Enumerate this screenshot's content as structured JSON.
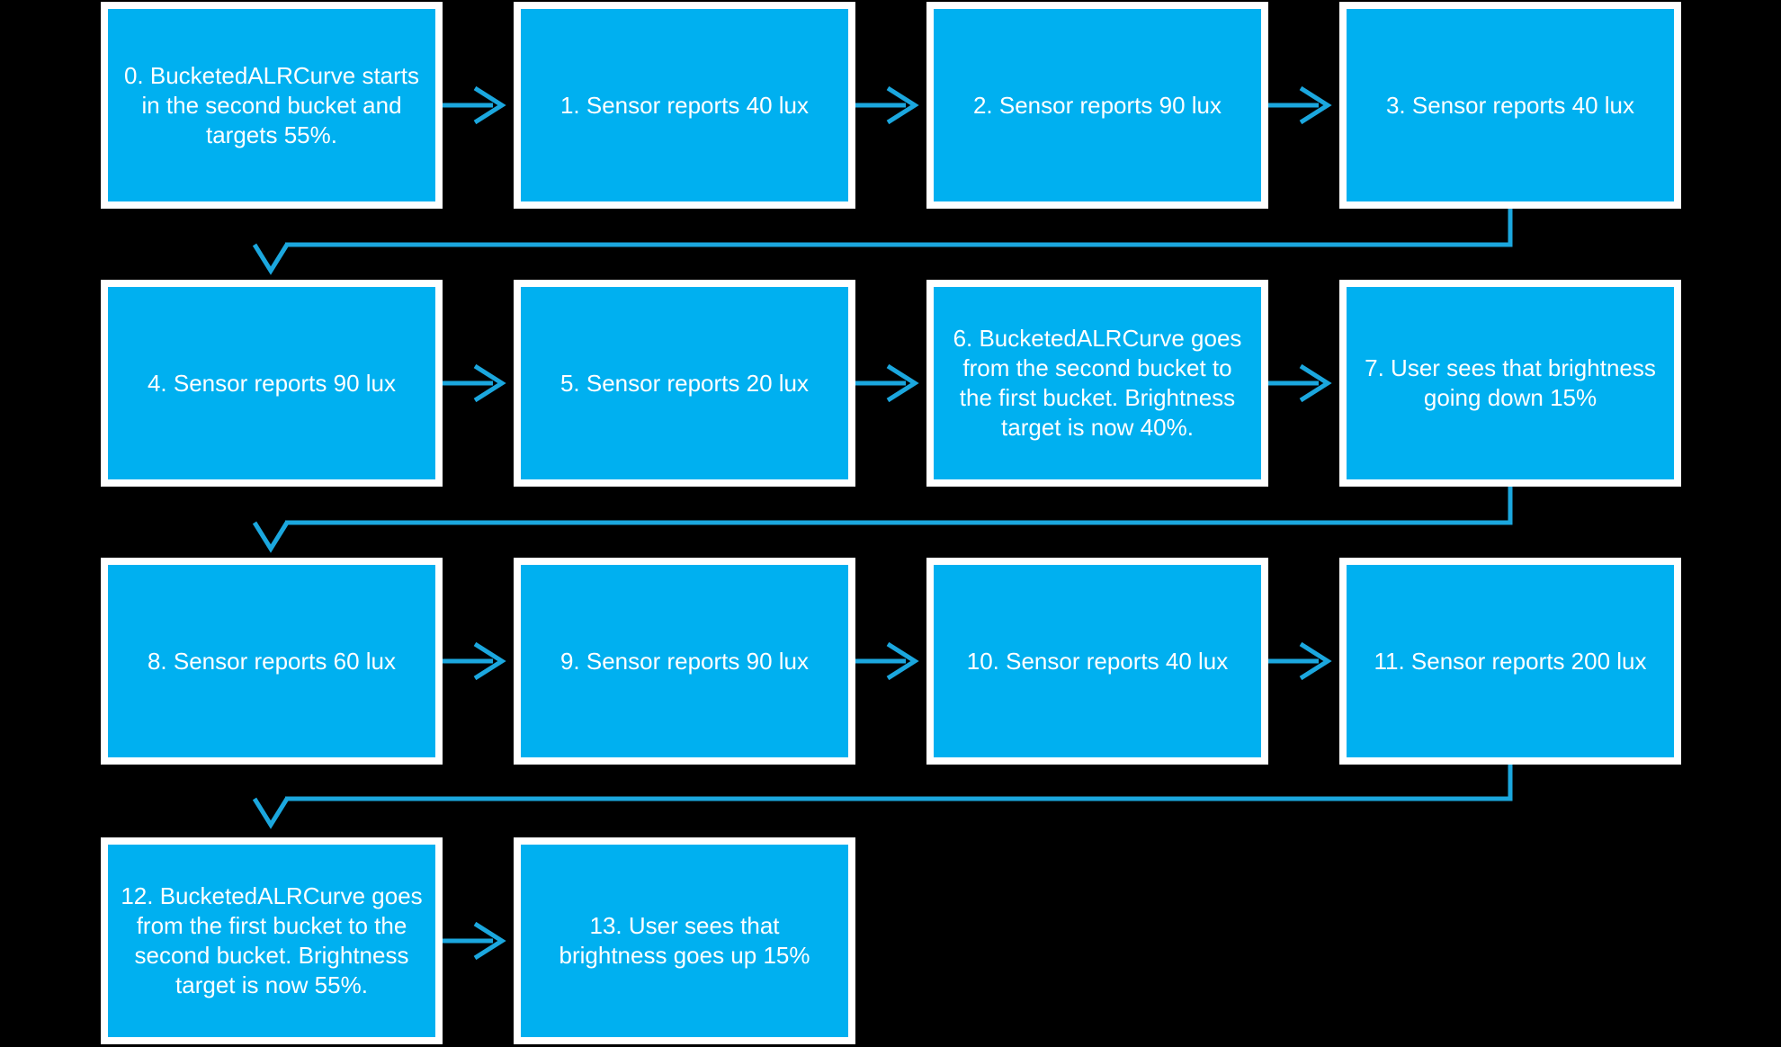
{
  "style": {
    "background": "#000000",
    "box_fill": "#00B0F0",
    "box_border": "#FFFFFF",
    "text_color": "#FFFFFF",
    "connector_color": "#1BA7DE"
  },
  "flowchart": {
    "nodes": [
      {
        "label": "0. BucketedALRCurve starts\nin the second bucket and\ntargets 55%."
      },
      {
        "label": "1. Sensor reports 40 lux"
      },
      {
        "label": "2. Sensor reports 90 lux"
      },
      {
        "label": "3. Sensor reports 40 lux"
      },
      {
        "label": "4. Sensor reports 90 lux"
      },
      {
        "label": "5. Sensor reports 20 lux"
      },
      {
        "label": "6. BucketedALRCurve goes\nfrom the second bucket to\nthe first bucket. Brightness\ntarget is now 40%."
      },
      {
        "label": "7. User sees that brightness\ngoing down 15%"
      },
      {
        "label": "8. Sensor reports 60 lux"
      },
      {
        "label": "9. Sensor reports 90 lux"
      },
      {
        "label": "10. Sensor reports 40 lux"
      },
      {
        "label": "11. Sensor reports 200 lux"
      },
      {
        "label": "12. BucketedALRCurve goes\nfrom the first bucket to the\nsecond bucket. Brightness\ntarget is now 55%."
      },
      {
        "label": "13. User sees that\nbrightness goes up 15%"
      }
    ],
    "connections": [
      {
        "from": 0,
        "to": 1,
        "type": "arrow-right"
      },
      {
        "from": 1,
        "to": 2,
        "type": "arrow-right"
      },
      {
        "from": 2,
        "to": 3,
        "type": "arrow-right"
      },
      {
        "from": 3,
        "to": 4,
        "type": "wrap-down"
      },
      {
        "from": 4,
        "to": 5,
        "type": "arrow-right"
      },
      {
        "from": 5,
        "to": 6,
        "type": "arrow-right"
      },
      {
        "from": 6,
        "to": 7,
        "type": "arrow-right"
      },
      {
        "from": 7,
        "to": 8,
        "type": "wrap-down"
      },
      {
        "from": 8,
        "to": 9,
        "type": "arrow-right"
      },
      {
        "from": 9,
        "to": 10,
        "type": "arrow-right"
      },
      {
        "from": 10,
        "to": 11,
        "type": "arrow-right"
      },
      {
        "from": 11,
        "to": 12,
        "type": "wrap-down"
      },
      {
        "from": 12,
        "to": 13,
        "type": "arrow-right"
      }
    ]
  }
}
